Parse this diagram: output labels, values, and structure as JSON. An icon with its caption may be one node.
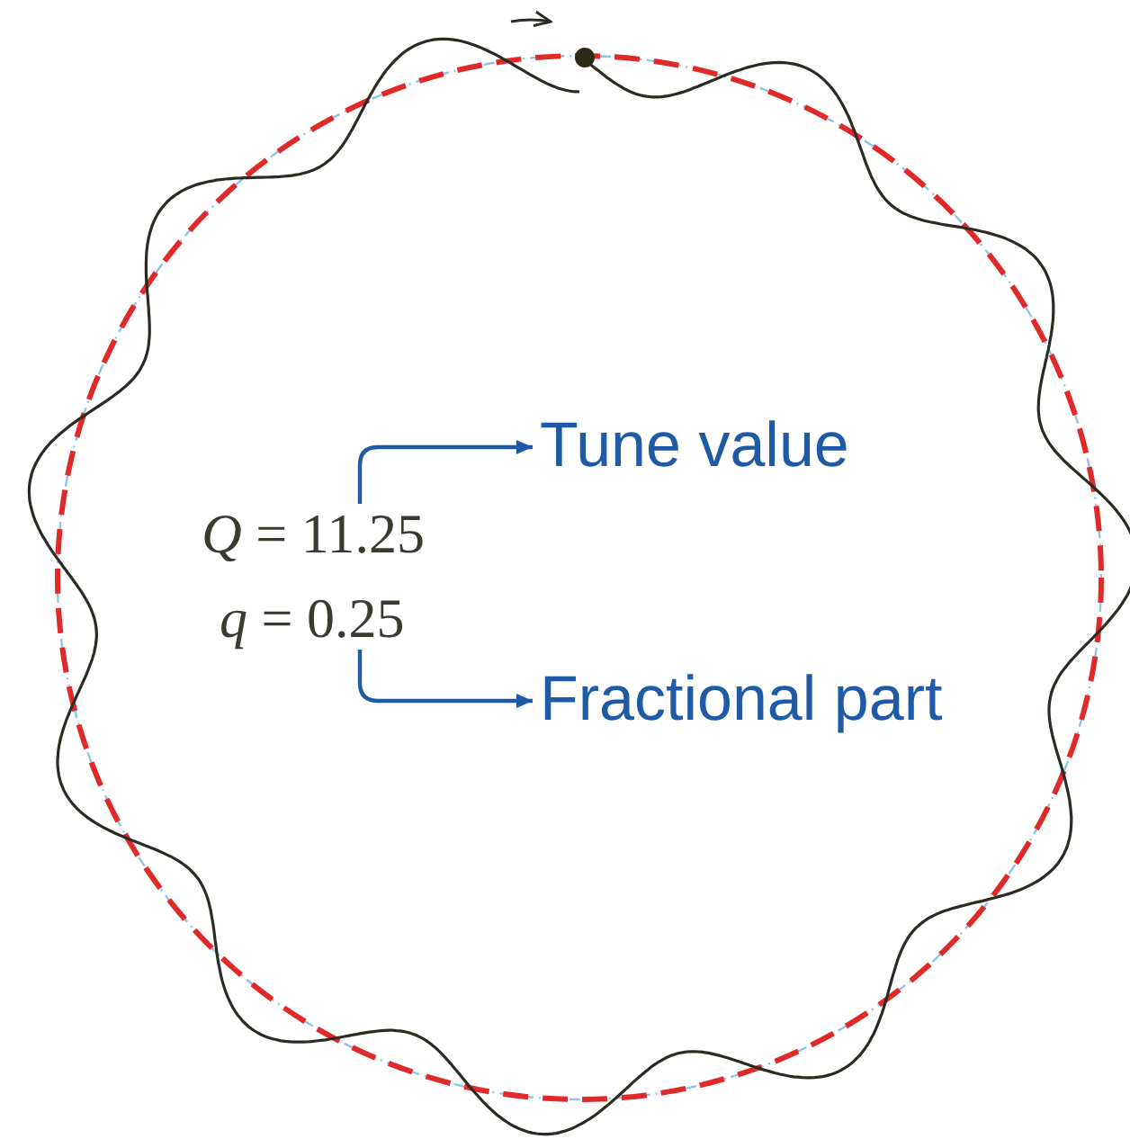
{
  "diagram": {
    "nodes": [
      {
        "text": [
          "*Q* = 11.25"
        ]
      },
      {
        "text": [
          "Tune value"
        ]
      },
      {
        "text": [
          "*q* = 0.25"
        ]
      },
      {
        "text": [
          "Fractional part"
        ]
      }
    ],
    "edges": [
      {
        "from": 0,
        "to": 1,
        "arrow": "to"
      },
      {
        "from": 2,
        "to": 3,
        "arrow": "to"
      }
    ]
  }
}
